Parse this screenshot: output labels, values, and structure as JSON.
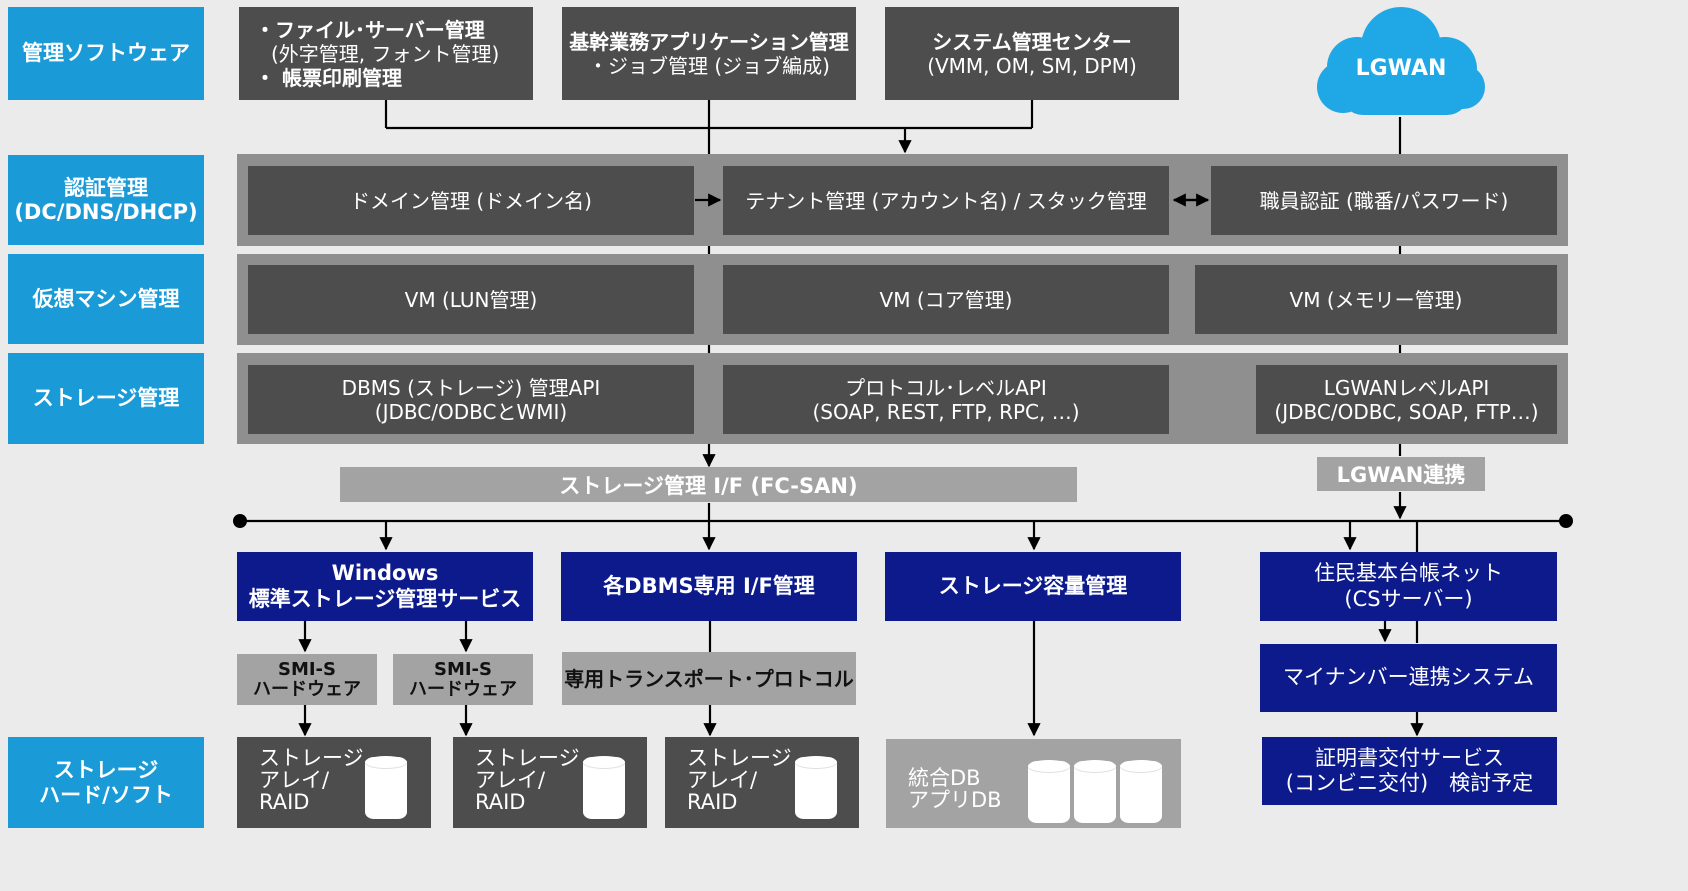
{
  "categories": {
    "software": "管理ソフトウェア",
    "auth": "認証管理\n(DC/DNS/DHCP)",
    "vm": "仮想マシン管理",
    "storage": "ストレージ管理",
    "hardware": "ストレージ\nハード/ソフト"
  },
  "software_boxes": {
    "file_server": {
      "line1": "・ファイル･サーバー管理",
      "line2": "(外字管理, フォント管理)",
      "line3": "・ 帳票印刷管理"
    },
    "core_apps": {
      "line1": "基幹業務アプリケーション管理",
      "line2": "・ジョブ管理 (ジョブ編成)"
    },
    "system_center": {
      "line1": "システム管理センター",
      "line2": "(VMM, OM, SM, DPM)"
    }
  },
  "cloud_label": "LGWAN",
  "auth_boxes": {
    "domain": "ドメイン管理 (ドメイン名)",
    "tenant": "テナント管理 (アカウント名) / スタック管理",
    "staff": "職員認証 (職番/パスワード)"
  },
  "vm_boxes": {
    "lun": "VM (LUN管理)",
    "core": "VM (コア管理)",
    "memory": "VM (メモリー管理)"
  },
  "storage_boxes": {
    "dbms": "DBMS (ストレージ) 管理API\n(JDBC/ODBCとWMI)",
    "protocol": "プロトコル･レベルAPI\n(SOAP, REST, FTP, RPC, …)",
    "lgwan": "LGWANレベルAPI\n(JDBC/ODBC, SOAP, FTP…)"
  },
  "storage_if_bar": "ストレージ管理 I/F (FC-SAN)",
  "lgwan_link_bar": "LGWAN連携",
  "blue_boxes": {
    "windows": "Windows\n標準ストレージ管理サービス",
    "dbms_if": "各DBMS専用 I/F管理",
    "capacity": "ストレージ容量管理",
    "juki": "住民基本台帳ネット\n(CSサーバー)",
    "mynumber": "マイナンバー連携システム",
    "certificate": "証明書交付サービス\n(コンビニ交付)　検討予定"
  },
  "smis": {
    "hw1": "SMI-S\nハードウェア",
    "hw2": "SMI-S\nハードウェア"
  },
  "transport": "専用トランスポート･プロトコル",
  "storage_arrays": {
    "a1": "ストレージ\nアレイ/\nRAID",
    "a2": "ストレージ\nアレイ/\nRAID",
    "a3": "ストレージ\nアレイ/\nRAID",
    "db": "統合DB\nアプリDB"
  },
  "colors": {
    "category_blue": "#1a9bd7",
    "dark_box": "#4d4d4d",
    "navy": "#0d1a8c",
    "band_gray": "#8f8f8f",
    "light_gray": "#a3a3a3",
    "cloud_blue": "#1fa7e6",
    "background": "#ebebeb"
  }
}
